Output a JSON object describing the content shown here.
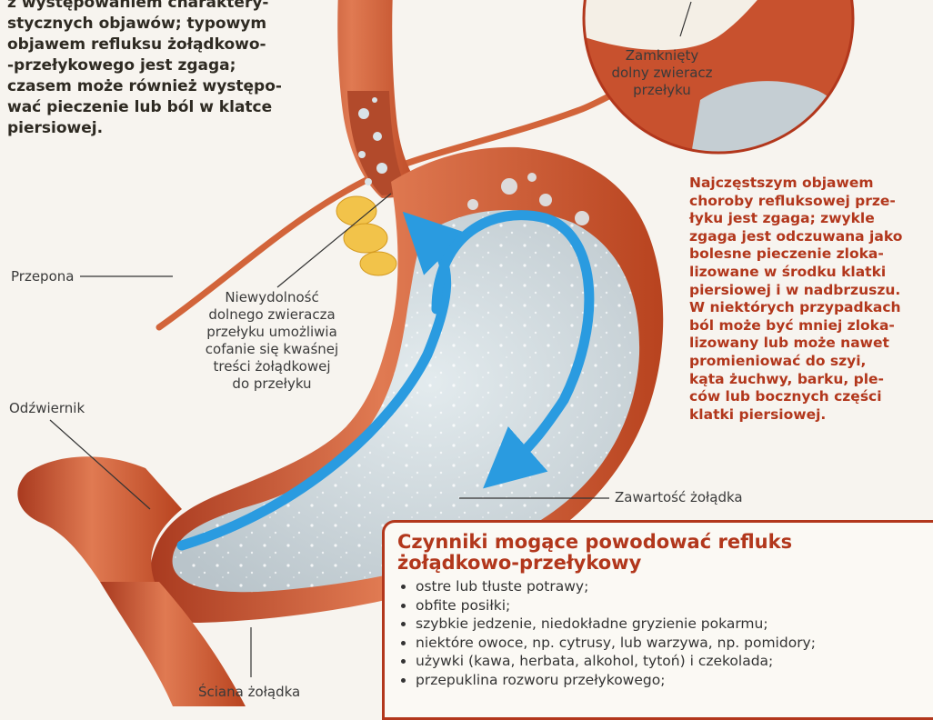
{
  "intro_text": "z występowaniem charaktery-stycznych objawów; typowym objawem refluksu żołądkowo--przełykowego jest zgaga; czasem może również występo-wać pieczenie lub ból w klatce piersiowej.",
  "intro_lines": [
    "z występowaniem charaktery-",
    "stycznych objawów; typowym",
    "objawem refluksu żołądkowo-",
    "-przełykowego jest zgaga;",
    "czasem może również występo-",
    "wać pieczenie lub ból w klatce",
    "piersiowej."
  ],
  "symptoms_lines": [
    "Najczęstszym objawem",
    "choroby refluksowej prze-",
    "łyku jest zgaga; zwykle",
    "zgaga jest odczuwana jako",
    "bolesne pieczenie zloka-",
    "lizowane w środku klatki",
    "piersiowej i w nadbrzuszu.",
    "W niektórych przypadkach",
    "ból może być mniej zloka-",
    "lizowany lub może nawet",
    "promieniować do szyi,",
    "kąta żuchwy, barku, ple-",
    "ców lub bocznych części",
    "klatki piersiowej."
  ],
  "labels": {
    "przepona": "Przepona",
    "odzwiernik": "Odźwiernik",
    "sciana": "Ściana żołądka",
    "zawartosc": "Zawartość żołądka",
    "niewydolnosc": [
      "Niewydolność",
      "dolnego zwieracza",
      "przełyku umożliwia",
      "cofanie się kwaśnej",
      "treści żołądkowej",
      "do przełyku"
    ],
    "zamkniety": [
      "Zamknięty",
      "dolny zwieracz",
      "przełyku"
    ]
  },
  "factors": {
    "title_lines": [
      "Czynniki mogące powodować refluks",
      "żołądkowo-przełykowy"
    ],
    "items": [
      "ostre lub tłuste potrawy;",
      "obfite posiłki;",
      "szybkie jedzenie, niedokładne gryzienie pokarmu;",
      "niektóre owoce, np. cytrusy, lub warzywa, np. pomidory;",
      "używki (kawa, herbata, alkohol, tytoń) i czekolada;",
      "przepuklina rozworu przełykowego;"
    ]
  },
  "colors": {
    "tissue": "#c8512e",
    "tissue_light": "#e58a63",
    "contents": "#c9d3d8",
    "arrow": "#2a9be0",
    "accent_text": "#b2371c"
  }
}
